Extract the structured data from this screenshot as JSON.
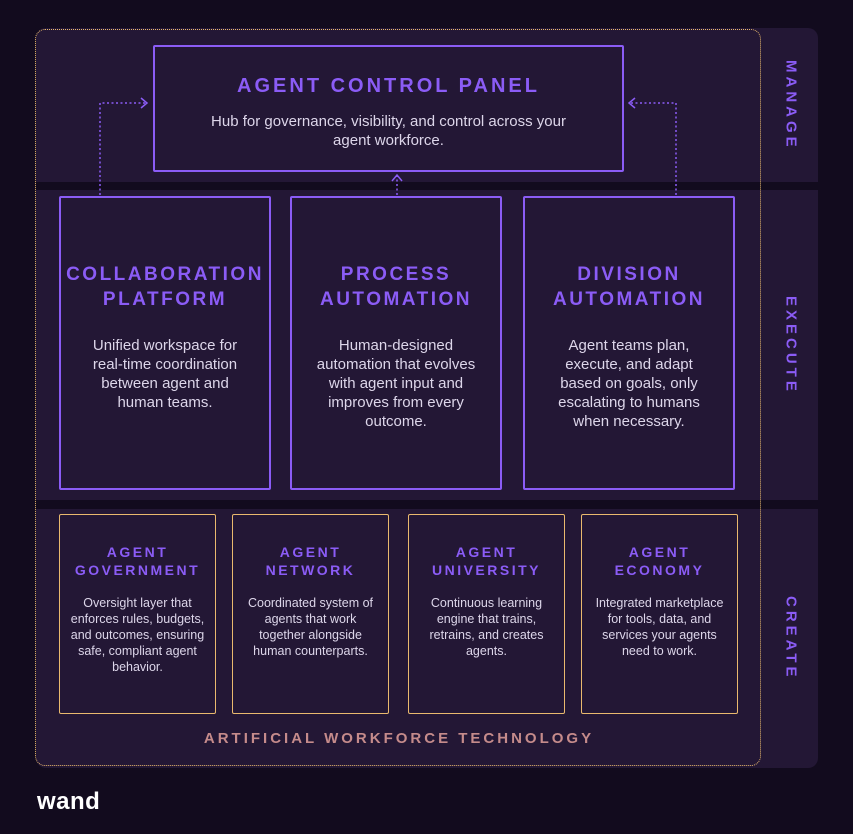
{
  "layers": {
    "manage": "MANAGE",
    "execute": "EXECUTE",
    "create": "CREATE"
  },
  "control_panel": {
    "title": "AGENT CONTROL PANEL",
    "description": "Hub for governance, visibility, and control across your agent workforce."
  },
  "execute_cards": [
    {
      "title": "COLLABORATION PLATFORM",
      "description": "Unified workspace for real-time coordination between agent and human teams."
    },
    {
      "title": "PROCESS AUTOMATION",
      "description": "Human-designed automation that evolves with agent input and improves from every outcome."
    },
    {
      "title": "DIVISION AUTOMATION",
      "description": "Agent teams plan, execute, and adapt based on goals, only escalating to humans when necessary."
    }
  ],
  "create_cards": [
    {
      "title": "AGENT GOVERNMENT",
      "description": "Oversight layer that enforces rules, budgets, and outcomes, ensuring safe, compliant agent behavior."
    },
    {
      "title": "AGENT NETWORK",
      "description": "Coordinated system of agents that work together alongside human counterparts."
    },
    {
      "title": "AGENT UNIVERSITY",
      "description": "Continuous learning engine that trains, retrains, and creates agents."
    },
    {
      "title": "AGENT ECONOMY",
      "description": "Integrated marketplace for tools, data, and services your agents need to work."
    }
  ],
  "foundation_label": "ARTIFICIAL WORKFORCE TECHNOLOGY",
  "brand": "wand",
  "colors": {
    "background": "#120b1e",
    "band": "#231735",
    "accent_purple": "#8b5cf6",
    "accent_gold": "#e9b96e"
  }
}
